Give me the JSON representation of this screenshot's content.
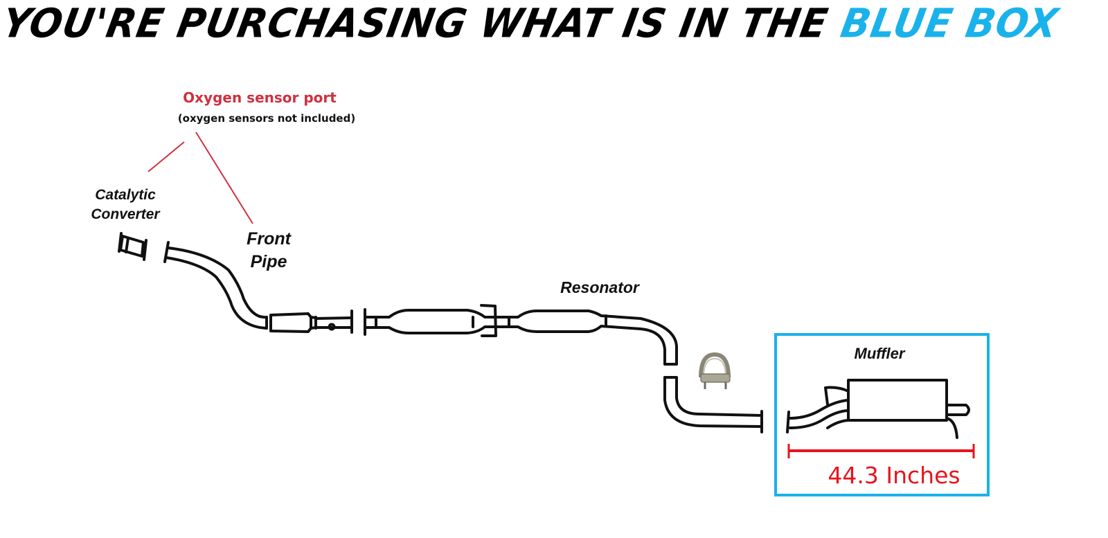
{
  "headline": {
    "prefix": "YOU'RE PURCHASING WHAT IS IN THE ",
    "highlight": "BLUE BOX"
  },
  "callout": {
    "title": "Oxygen sensor port",
    "subtitle": "(oxygen sensors not included)"
  },
  "labels": {
    "catalytic_line1": "Catalytic",
    "catalytic_line2": "Converter",
    "front_line1": "Front",
    "front_line2": "Pipe",
    "resonator": "Resonator",
    "muffler": "Muffler"
  },
  "measurement": {
    "value": "44.3 Inches"
  },
  "colors": {
    "highlight_blue": "#1ab2ea",
    "callout_red": "#d0303f",
    "dimension_red": "#e8141c",
    "ink": "#111111"
  }
}
